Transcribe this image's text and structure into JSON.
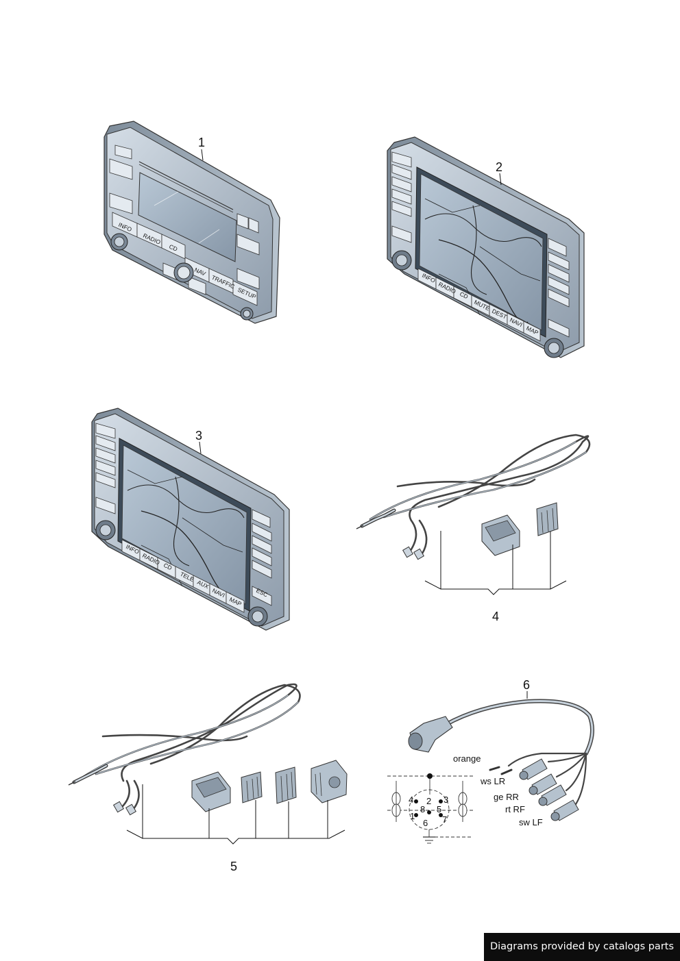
{
  "callouts": {
    "item1": "1",
    "item2": "2",
    "item3": "3",
    "item4": "4",
    "item5": "5",
    "item6": "6"
  },
  "unit1_buttons": {
    "info": "INFO",
    "radio": "RADIO",
    "cd": "CD",
    "nav": "NAV",
    "traffic": "TRAFFIC",
    "setup": "SETUP"
  },
  "unit2_buttons": {
    "info": "INFO",
    "radio": "RADIO",
    "cd": "CD",
    "mute": "MUTE",
    "dest": "DEST",
    "navi": "NAVI",
    "map": "MAP"
  },
  "unit3_buttons": {
    "info": "INFO",
    "radio": "RADIO",
    "cd": "CD",
    "tele": "TELE",
    "aux": "AUX",
    "navi": "NAVI",
    "map": "MAP",
    "esc": "ESC"
  },
  "connector6": {
    "wires": [
      "orange",
      "ws LR",
      "ge RR",
      "rt RF",
      "sw LF"
    ],
    "pins": [
      "4",
      "2",
      "3",
      "8",
      "5",
      "1",
      "6",
      "7"
    ]
  },
  "credit": "Diagrams provided by catalogs parts"
}
